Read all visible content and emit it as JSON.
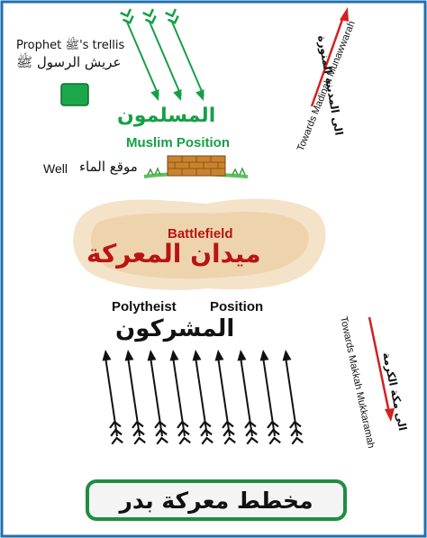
{
  "prophet_trellis": {
    "label_en": "Prophet ﷺ's trellis",
    "label_ar": "عريش الرسول ﷺ"
  },
  "muslims": {
    "label_ar": "المسلمون",
    "label_en": "Muslim Position",
    "arrow_count": 3
  },
  "well": {
    "label_ar": "موقع الماء",
    "label_en": "Well"
  },
  "battlefield": {
    "label_en": "Battlefield",
    "label_ar": "ميدان المعركة"
  },
  "polytheists": {
    "label_en_1": "Polytheist",
    "label_en_2": "Position",
    "label_ar": "المشركون",
    "arrow_count": 9
  },
  "directions": {
    "madinah_ar": "الى المدينة المنورة",
    "madinah_en": "Towards Madinah Munawwarah",
    "makkah_ar": "الى مكة الكرمة",
    "makkah_en": "Towards Makkah Mukkaramah"
  },
  "title": "مخطط معركة بدر",
  "colors": {
    "muslim_green": "#16a046",
    "battlefield_red": "#b81414",
    "direction_arrow_red": "#d42020",
    "frame_border": "#1f6fb0",
    "title_border": "#1f8d3f"
  }
}
